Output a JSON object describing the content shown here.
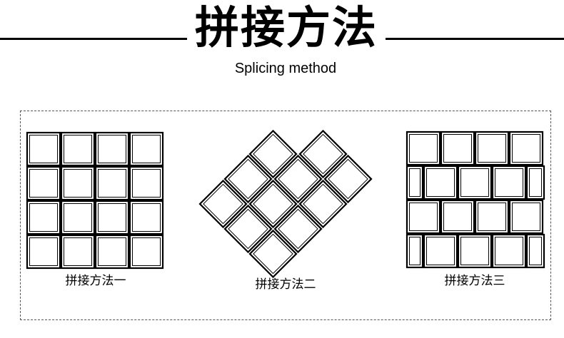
{
  "header": {
    "title": "拼接方法",
    "subtitle": "Splicing method"
  },
  "patterns": [
    {
      "caption": "拼接方法一",
      "layout": "grid"
    },
    {
      "caption": "拼接方法二",
      "layout": "diagonal"
    },
    {
      "caption": "拼接方法三",
      "layout": "running-bond"
    }
  ]
}
